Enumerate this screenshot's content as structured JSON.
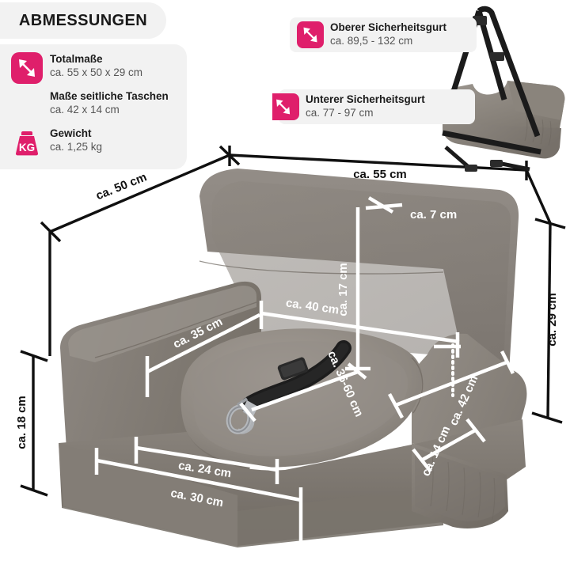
{
  "header": {
    "title": "ABMESSUNGEN"
  },
  "specs": [
    {
      "icon": "double-arrow-icon",
      "title": "Totalmaße",
      "value": "ca. 55 x 50 x 29 cm"
    },
    {
      "icon": "none",
      "title": "Maße seitliche Taschen",
      "value": "ca. 42 x 14 cm"
    },
    {
      "icon": "weight-kg-icon",
      "title": "Gewicht",
      "value": "ca. 1,25 kg"
    }
  ],
  "callouts": [
    {
      "icon": "double-arrow-icon",
      "title": "Oberer Sicherheitsgurt",
      "value": "ca. 89,5 - 132 cm"
    },
    {
      "icon": "double-arrow-icon",
      "title": "Unterer Sicherheitsgurt",
      "value": "ca. 77 - 97 cm"
    }
  ],
  "dimensions": {
    "depth_top_left": "ca. 50 cm",
    "width_top": "ca. 55 cm",
    "height_right": "ca. 29 cm",
    "height_left": "ca. 18 cm",
    "backrest_top_thickness": "ca. 7 cm",
    "backrest_height": "ca. 17 cm",
    "inner_width": "ca. 40 cm",
    "inner_side": "ca. 35 cm",
    "seat_depth": "ca. 36-60 cm",
    "base_inner": "ca. 24 cm",
    "base_outer": "ca. 30 cm",
    "pocket_length": "ca. 42 cm",
    "pocket_height": "ca. 14 cm"
  },
  "colors": {
    "accent_pink": "#DF1F6B",
    "panel_bg": "#F2F2F2",
    "line_white": "#FFFFFF",
    "line_black": "#101010",
    "product_grey": "#8B857F",
    "strap_black": "#1A1A1A"
  },
  "product": {
    "name": "pet-car-seat",
    "strap": "seatbelt-strap-with-carabiner",
    "thumbnail": "product-with-shoulder-straps-thumbnail"
  }
}
